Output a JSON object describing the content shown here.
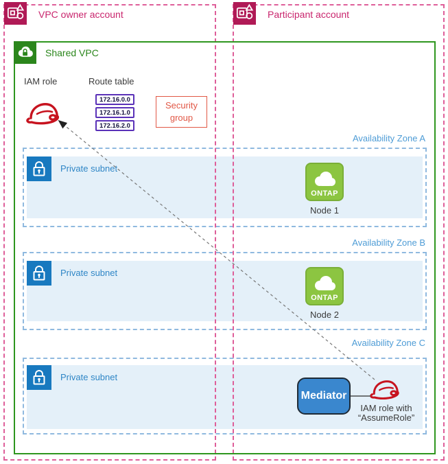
{
  "diagram": {
    "owner_account": {
      "label": "VPC owner account"
    },
    "participant_account": {
      "label": "Participant account"
    },
    "shared_vpc": {
      "label": "Shared VPC"
    },
    "iam_role": {
      "label": "IAM role"
    },
    "route_table": {
      "label": "Route table",
      "routes": [
        "172.16.0.0",
        "172.16.1.0",
        "172.16.2.0"
      ]
    },
    "security_group": {
      "label": "Security group"
    },
    "availability_zones": [
      {
        "label": "Availability Zone A",
        "subnet": {
          "label": "Private subnet"
        },
        "node": {
          "icon_text": "ONTAP",
          "caption": "Node 1"
        }
      },
      {
        "label": "Availability Zone B",
        "subnet": {
          "label": "Private subnet"
        },
        "node": {
          "icon_text": "ONTAP",
          "caption": "Node 2"
        }
      },
      {
        "label": "Availability Zone C",
        "subnet": {
          "label": "Private subnet"
        },
        "mediator": {
          "label": "Mediator"
        },
        "assume_role": {
          "line1": "IAM role with",
          "line2": "“AssumeRole”"
        }
      }
    ],
    "icons": {
      "account": "account-icon",
      "shared_vpc": "vpc-cloud-lock-icon",
      "iam_role": "iam-role-hat-icon",
      "private_subnet": "lock-icon",
      "ontap_node": "ontap-cloud-icon",
      "arrow": "dashed-arrow"
    },
    "colors": {
      "account_pink_border": "#DE5E99",
      "account_pink_text": "#C9256D",
      "account_icon_fill": "#B01A56",
      "vpc_green": "#2E961E",
      "az_blue_border": "#8FB9DF",
      "az_blue_text": "#4E9CD6",
      "subnet_fill": "#E4F0F9",
      "subnet_text": "#2F86C6",
      "lock_blue": "#1879BF",
      "route_purple": "#5A31B8",
      "security_red": "#E15745",
      "iam_hat_red": "#C7131F",
      "ontap_green": "#8CC541",
      "mediator_blue": "#3A87CE"
    }
  }
}
